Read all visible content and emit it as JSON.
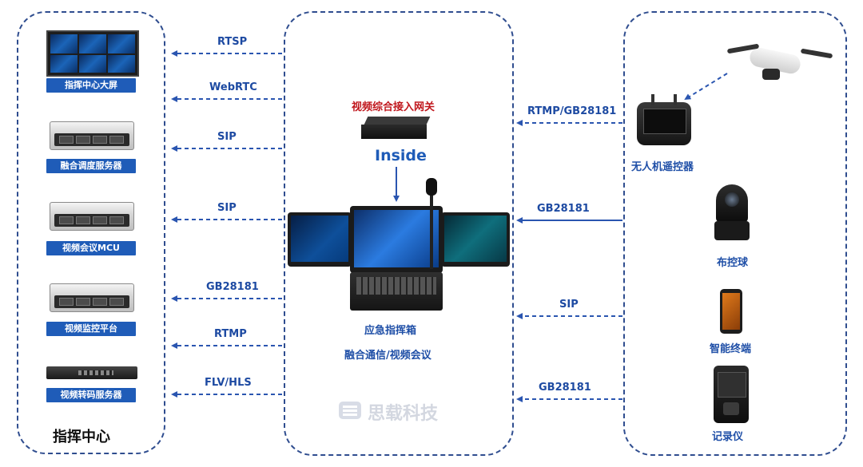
{
  "left": {
    "title": "指挥中心",
    "devices": [
      {
        "label": "指挥中心大屏",
        "icon": "video-wall-icon"
      },
      {
        "label": "融合调度服务器",
        "icon": "server-icon"
      },
      {
        "label": "视频会议MCU",
        "icon": "server-icon"
      },
      {
        "label": "视频监控平台",
        "icon": "server-icon"
      },
      {
        "label": "视频转码服务器",
        "icon": "rack-switch-icon"
      }
    ],
    "protocols": [
      "RTSP",
      "WebRTC",
      "SIP",
      "SIP",
      "GB28181",
      "RTMP",
      "FLV/HLS"
    ]
  },
  "middle": {
    "gateway_label": "视频综合接入网关",
    "gateway_sub": "Inside",
    "device_label": "应急指挥箱",
    "device_sub": "融合通信/视频会议",
    "watermark": "思载科技",
    "colors": {
      "gateway_label": "#c0161c",
      "primary": "#1f5cb8"
    }
  },
  "right": {
    "devices": [
      {
        "label": "无人机遥控器",
        "icon": "drone-controller-icon"
      },
      {
        "label": "布控球",
        "icon": "ptz-camera-icon"
      },
      {
        "label": "智能终端",
        "icon": "smartphone-icon"
      },
      {
        "label": "记录仪",
        "icon": "body-camera-icon"
      }
    ],
    "protocols": [
      "RTMP/GB28181",
      "GB28181",
      "SIP",
      "GB28181"
    ]
  }
}
